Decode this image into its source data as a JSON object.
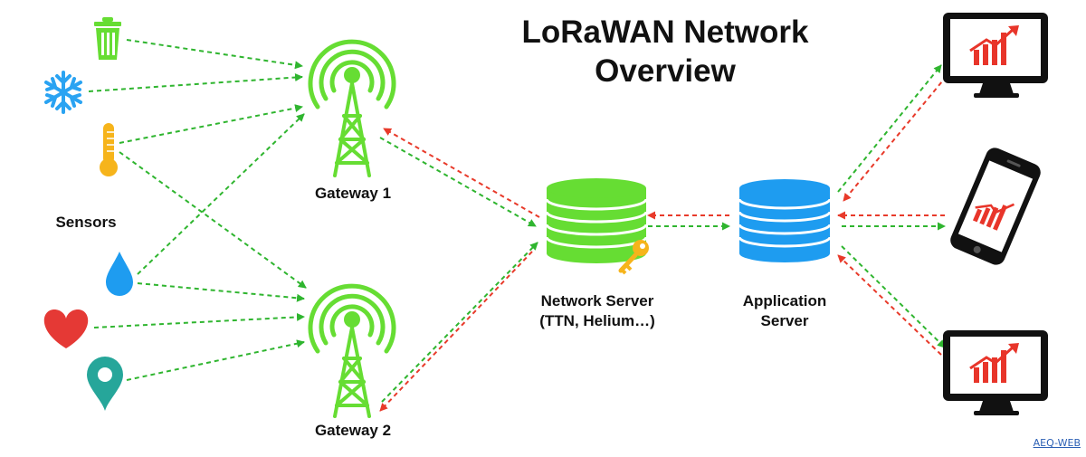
{
  "title_line1": "LoRaWAN Network",
  "title_line2": "Overview",
  "labels": {
    "sensors": "Sensors",
    "gateway1": "Gateway 1",
    "gateway2": "Gateway 2",
    "network_server_line1": "Network Server",
    "network_server_line2": "(TTN, Helium…)",
    "application_server_line1": "Application",
    "application_server_line2": "Server"
  },
  "watermark": "AEQ-WEB",
  "colors": {
    "gateway": "#66dd33",
    "network_server": "#66dd33",
    "application_server": "#1e9cf0",
    "uplink": "#2fb52f",
    "downlink": "#e83a2a",
    "screen_chart": "#e8352a",
    "trash": "#66dd33",
    "snowflake": "#2aa3f2",
    "thermometer": "#f6b41b",
    "drop": "#1e9cf0",
    "heart": "#e53935",
    "pin": "#26a69a",
    "key": "#f6b41b"
  }
}
